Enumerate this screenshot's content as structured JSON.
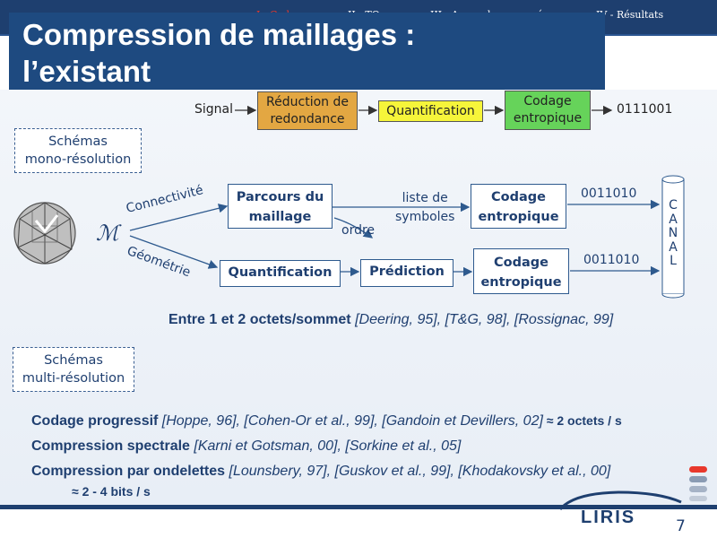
{
  "nav": {
    "items": [
      "I - Cadre",
      "II - TO",
      "III - Approche proposée",
      "IV - Résultats"
    ],
    "active_index": 0
  },
  "title": {
    "line1": "Compression de maillages :",
    "line2": "l’existant"
  },
  "pipeline": {
    "signal": "Signal",
    "reduction": [
      "Réduction de",
      "redondance"
    ],
    "quantification": "Quantification",
    "codage": [
      "Codage",
      "entropique"
    ],
    "output": "0111001"
  },
  "mono": {
    "label": [
      "Schémas",
      "mono-résolution"
    ],
    "mesh_symbol": "ℳ",
    "connectivity": "Connectivité",
    "geometry": "Géométrie",
    "parcours": [
      "Parcours du",
      "maillage"
    ],
    "liste": [
      "liste de",
      "symboles"
    ],
    "ordre": "ordre",
    "codage_top": [
      "Codage",
      "entropique"
    ],
    "bits_top": "0011010",
    "quantification": "Quantification",
    "prediction": "Prédiction",
    "codage_bottom": [
      "Codage",
      "entropique"
    ],
    "bits_bottom": "0011010",
    "canal": [
      "C",
      "A",
      "N",
      "A",
      "L"
    ],
    "summary_bold": "Entre 1 et 2 octets/sommet",
    "summary_refs": " [Deering, 95], [T&G, 98], [Rossignac, 99]"
  },
  "multi": {
    "label": [
      "Schémas",
      "multi-résolution"
    ],
    "line1_bold": "Codage progressif",
    "line1_refs": " [Hoppe, 96], [Cohen-Or et al., 99], [Gandoin et Devillers, 02]",
    "line1_rate": "  ≈ 2 octets / s",
    "line2_bold": "Compression spectrale",
    "line2_refs": " [Karni et Gotsman, 00], [Sorkine et al., 05]",
    "line3_bold": "Compression par ondelettes",
    "line3_refs": " [Lounsbery, 97], [Guskov et al., 99], [Khodakovsky et al., 00]",
    "line3_rate": "≈ 2 - 4 bits / s"
  },
  "footer": {
    "logo": "LIRIS",
    "page": "7"
  },
  "colors": {
    "header": "#1e4a80",
    "nav_active": "#e8382c",
    "reduction_box": "#e3a742",
    "quantification_box": "#f6f53a",
    "codage_box": "#66d35a",
    "text_blue": "#1f3f70"
  }
}
